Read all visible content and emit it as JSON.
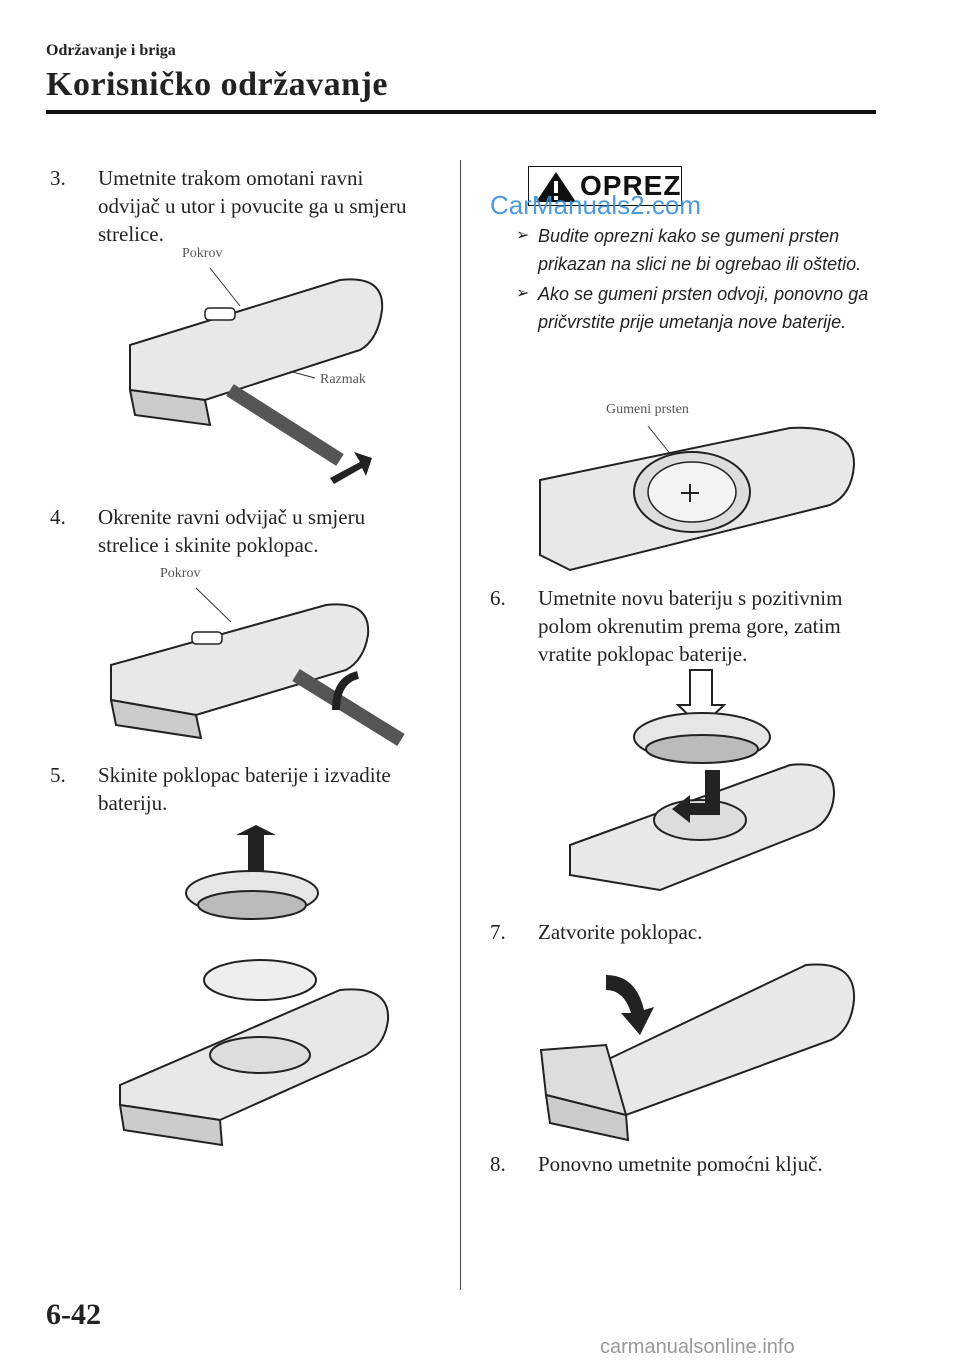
{
  "header": {
    "section": "Održavanje i briga",
    "title": "Korisničko održavanje"
  },
  "steps": [
    {
      "num": "3.",
      "text": "Umetnite trakom omotani ravni odvijač u utor i povucite ga u smjeru strelice."
    },
    {
      "num": "4.",
      "text": "Okrenite ravni odvijač u smjeru strelice i skinite poklopac."
    },
    {
      "num": "5.",
      "text": "Skinite poklopac baterije i izvadite bateriju."
    },
    {
      "num": "6.",
      "text": "Umetnite novu bateriju s pozitivnim polom okrenutim prema gore, zatim vratite poklopac baterije."
    },
    {
      "num": "7.",
      "text": "Zatvorite poklopac."
    },
    {
      "num": "8.",
      "text": "Ponovno umetnite pomoćni ključ."
    }
  ],
  "figure_labels": {
    "fig3_cover": "Pokrov",
    "fig3_gap": "Razmak",
    "fig4_cover": "Pokrov",
    "fig5r_ring": "Gumeni prsten"
  },
  "caution": {
    "label": "OPREZ",
    "items": [
      "Budite oprezni kako se gumeni prsten prikazan na slici ne bi ogrebao ili oštetio.",
      "Ako se gumeni prsten odvoji, ponovno ga pričvrstite prije umetanja nove baterije."
    ]
  },
  "watermark": "CarManuals2.com",
  "footer_watermark": "carmanualsonline.info",
  "page_number": "6-42",
  "icons": [
    "warning-triangle-icon",
    "arrow-icon"
  ]
}
